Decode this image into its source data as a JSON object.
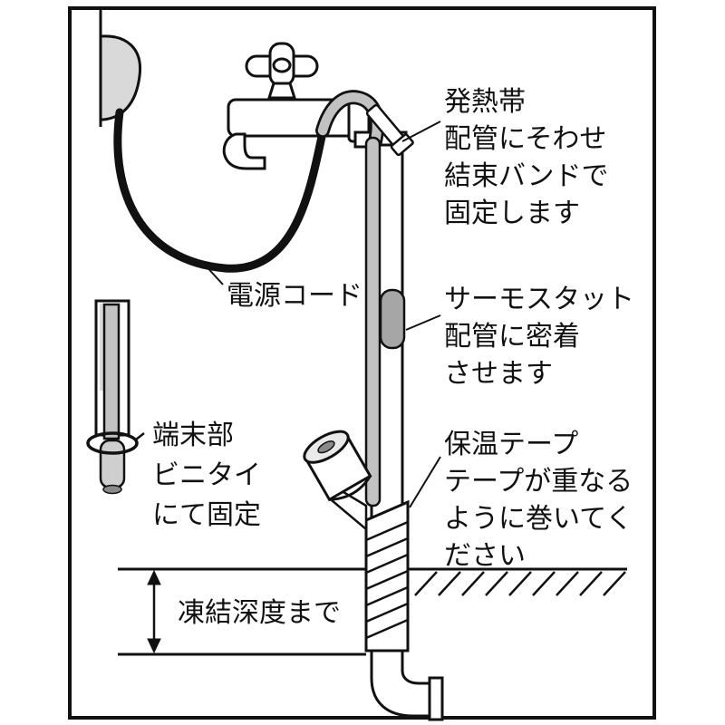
{
  "diagram": {
    "labels": {
      "heating_band": [
        "発熱帯",
        "配管にそわせ",
        "結束バンドで",
        "固定します"
      ],
      "power_cord": "電源コード",
      "thermostat": [
        "サーモスタット",
        "配管に密着",
        "させます"
      ],
      "terminal": [
        "端末部",
        "ビニタイ",
        "にて固定"
      ],
      "insulation_tape": [
        "保温テープ",
        "テープが重なる",
        "ように巻いてく",
        "ださい"
      ],
      "frost_depth": "凍結深度まで"
    },
    "colors": {
      "outline": "#111111",
      "pipe_white": "#ffffff",
      "band_gray": "#c2c2c2",
      "thermostat_gray": "#a6a6a6",
      "fixture_gray": "#d9d9d9",
      "hole_gray": "#8a8a8a"
    }
  }
}
